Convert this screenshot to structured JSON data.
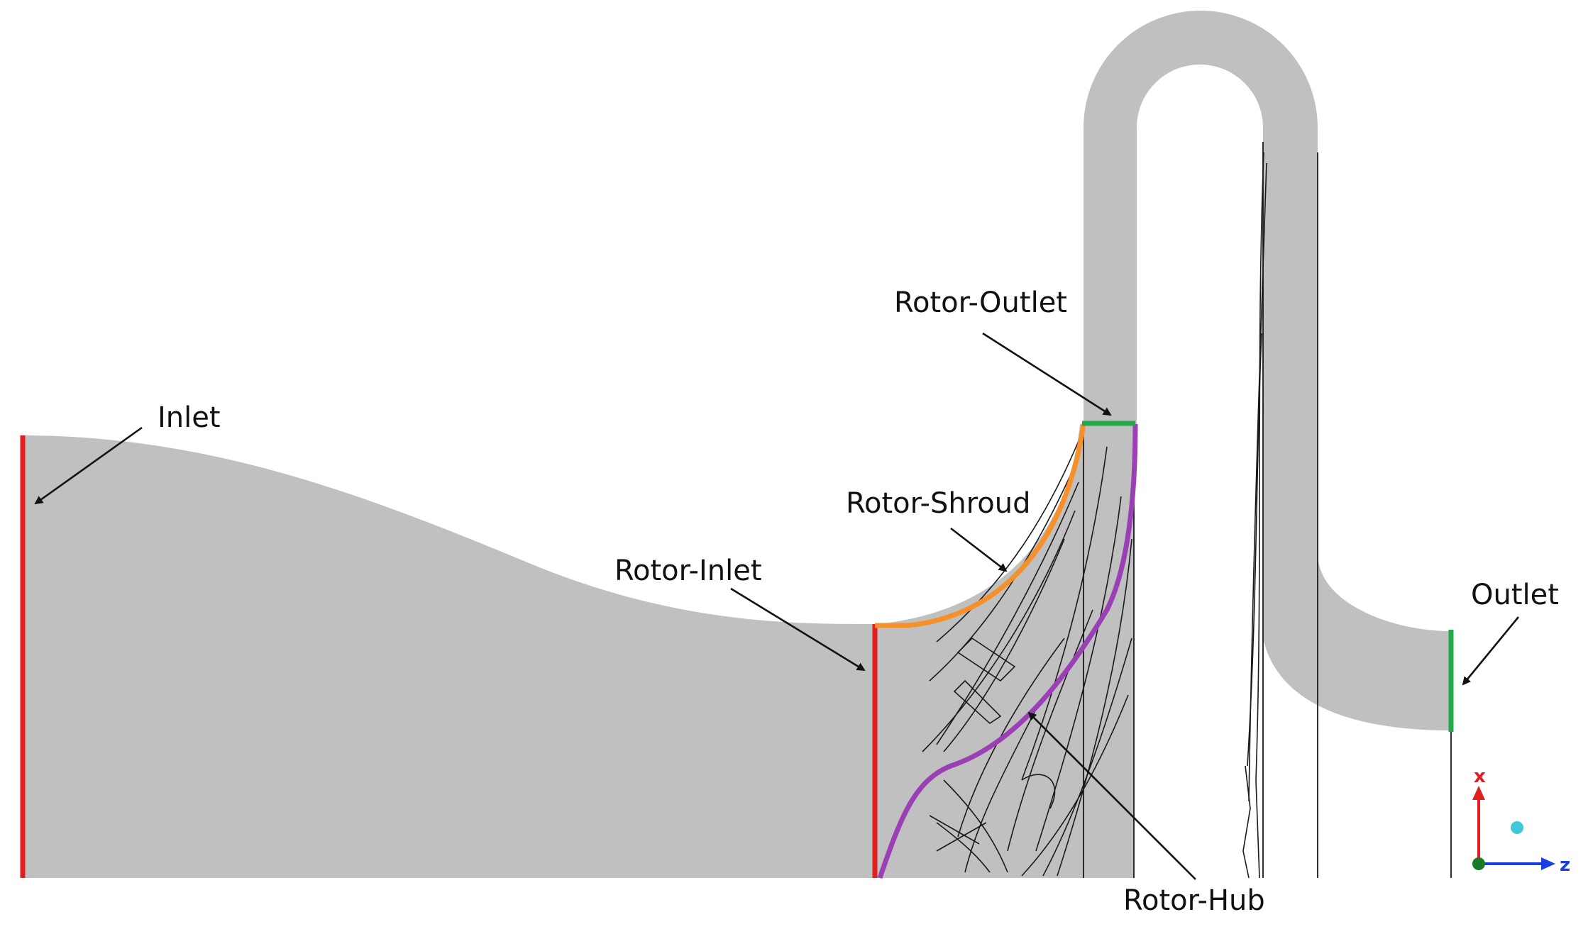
{
  "labels": {
    "inlet": "Inlet",
    "rotor_outlet": "Rotor-Outlet",
    "rotor_shroud": "Rotor-Shroud",
    "rotor_inlet": "Rotor-Inlet",
    "outlet": "Outlet",
    "rotor_hub": "Rotor-Hub"
  },
  "axes": {
    "x": "x",
    "z": "z"
  },
  "colors": {
    "domain_fill": "#c0c0c0",
    "inlet_boundary": "#e02020",
    "rotor_inlet_boundary": "#e02020",
    "rotor_shroud": "#f5902a",
    "rotor_hub": "#9b3fb5",
    "rotor_outlet": "#22a84a",
    "outlet_boundary": "#22a84a",
    "axis_x": "#e02020",
    "axis_z": "#1a3fe0",
    "axis_y_dot": "#3ec8d8",
    "origin_dot": "#1a7a2a"
  }
}
